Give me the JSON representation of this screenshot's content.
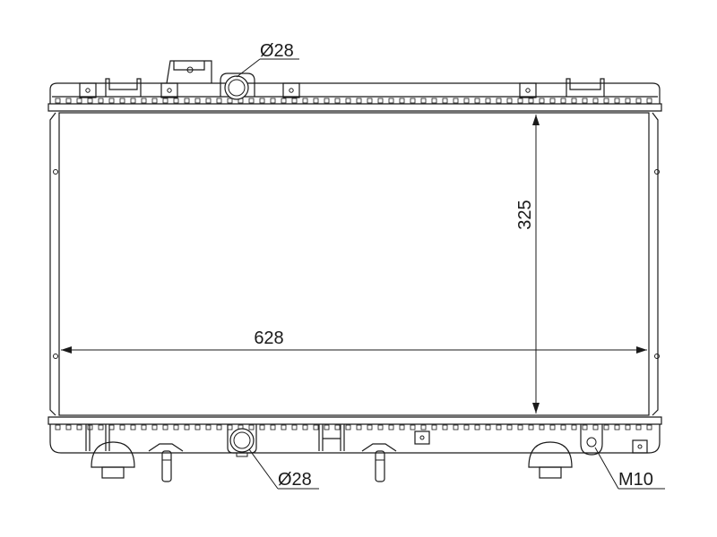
{
  "dimensions": {
    "width_label": "628",
    "height_label": "325",
    "top_inlet_label": "Ø28",
    "bottom_outlet_label": "Ø28",
    "mount_label": "M10"
  },
  "colors": {
    "line": "#1a1a1a",
    "background": "#ffffff"
  }
}
